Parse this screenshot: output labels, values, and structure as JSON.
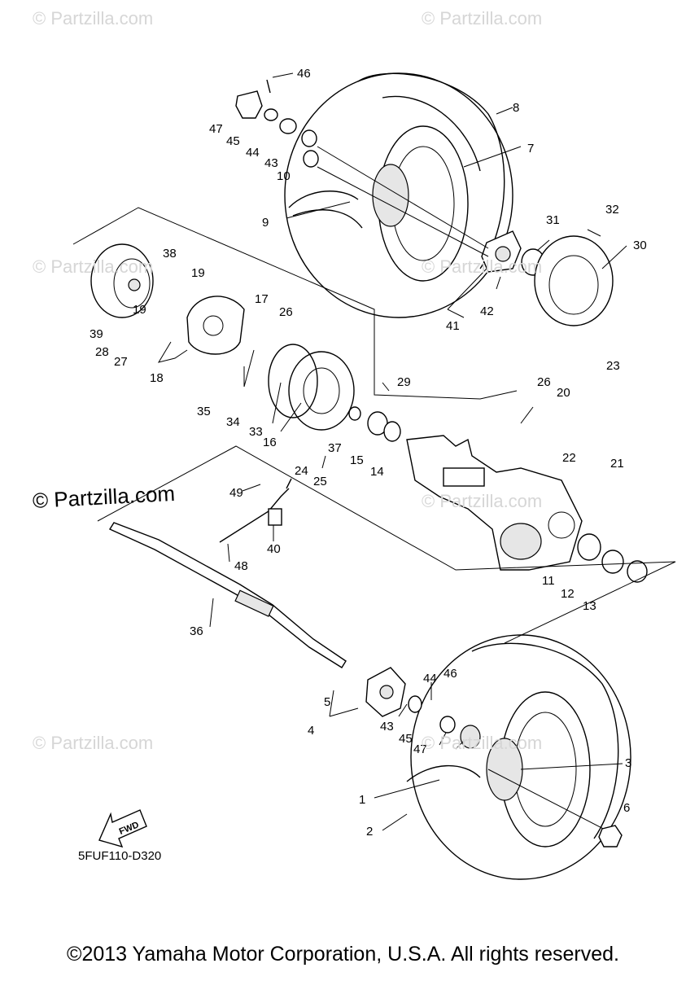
{
  "watermarks": {
    "faint": "© Partzilla.com",
    "strong": "© Partzilla.com"
  },
  "diagram_code": "5FUF110-D320",
  "copyright": "©2013 Yamaha Motor Corporation, U.S.A. All rights reserved.",
  "fwd_label": "FWD",
  "callouts": [
    "46",
    "8",
    "47",
    "45",
    "44",
    "43",
    "7",
    "10",
    "9",
    "32",
    "31",
    "30",
    "38",
    "19",
    "17",
    "26",
    "42",
    "41",
    "39",
    "19",
    "28",
    "27",
    "18",
    "35",
    "34",
    "33",
    "16",
    "37",
    "15",
    "14",
    "29",
    "23",
    "26",
    "20",
    "22",
    "21",
    "24",
    "25",
    "49",
    "40",
    "48",
    "11",
    "12",
    "13",
    "36",
    "44",
    "46",
    "5",
    "4",
    "43",
    "45",
    "47",
    "3",
    "1",
    "2",
    "6"
  ]
}
